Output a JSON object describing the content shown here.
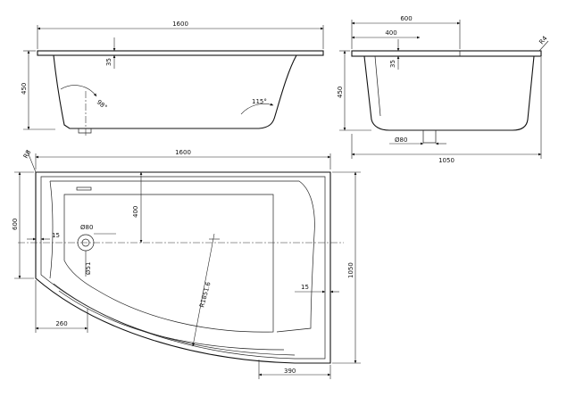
{
  "dimensions": {
    "side_length": "1600",
    "side_rim": "35",
    "side_height": "450",
    "side_back_angle": "98°",
    "side_front_angle": "115°",
    "end_width": "600",
    "end_inner": "400",
    "end_rim": "35",
    "end_radius": "R4",
    "end_height": "450",
    "end_drain": "Ø80",
    "end_overall": "1050",
    "plan_corner": "R8",
    "plan_length": "1600",
    "plan_width": "600",
    "plan_drain_offset": "400",
    "plan_drain_dia": "Ø80",
    "plan_drain_ring": "Ø51",
    "plan_left_rim": "15",
    "plan_right_rim": "15",
    "plan_arc_radius": "R1851.6",
    "plan_overall": "1050",
    "plan_bottom_left": "260",
    "plan_bottom_right": "390"
  }
}
